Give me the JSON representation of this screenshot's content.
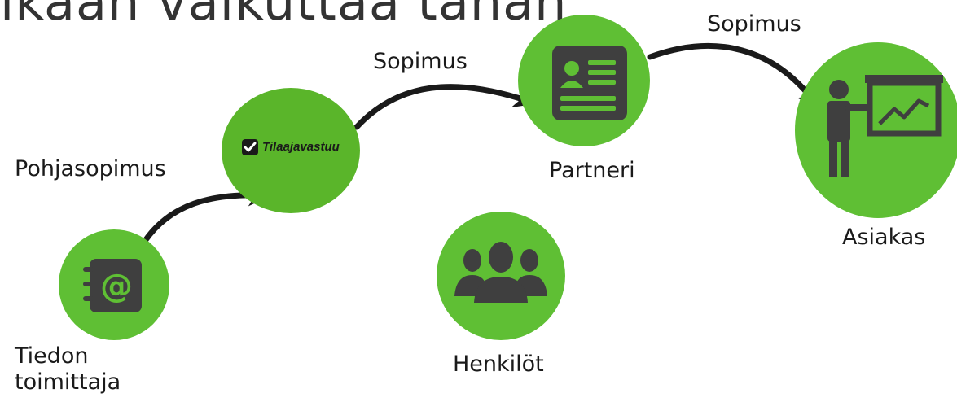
{
  "title": "ikaan vaikuttaa tähän",
  "nodes": {
    "supplier": {
      "label": "Tiedon toimittaja",
      "icon": "address-book-at-icon"
    },
    "tilaajavastuu": {
      "logo_text": "Tilaajavastuu",
      "icon": "checkmark-logo-icon"
    },
    "partner": {
      "label": "Partneri",
      "icon": "contact-card-icon"
    },
    "customer": {
      "label": "Asiakas",
      "icon": "presenter-chart-icon"
    },
    "persons": {
      "label": "Henkilöt",
      "icon": "group-people-icon"
    }
  },
  "edges": {
    "base_contract": "Pohjasopimus",
    "contract_1": "Sopimus",
    "contract_2": "Sopimus"
  },
  "colors": {
    "node": "#5fbf34",
    "icon": "#3f3f3f",
    "arrow": "#1a1a1a"
  }
}
